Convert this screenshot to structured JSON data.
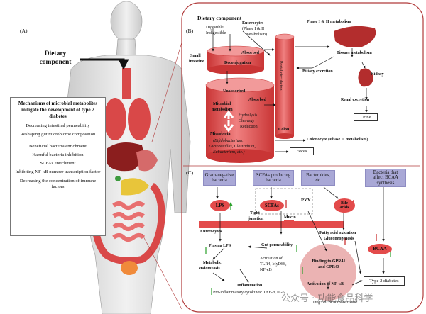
{
  "panels": {
    "a": "(A)",
    "b": "(B)",
    "c": "(C)"
  },
  "panel_a": {
    "dietary": "Dietary",
    "component": "component",
    "mech_title": "Mechanisms of microbial metabolites mitigate the development of type 2 diabetes",
    "mechanisms": [
      "Decreasing intestinal permeability",
      "Reshaping gut microbiome composition",
      "Beneficial bacteria enrichment",
      "Harmful bacteria inhibition",
      "SCFAs enrichment",
      "Inhibiting NF-κB number transcription factor",
      "Decreasing the concentration of immune factors"
    ]
  },
  "panel_b": {
    "dietary_component": "Dietary component",
    "digestible": "Digestible",
    "indigestible": "Indigestible",
    "enterocytes": "Enterocytes",
    "enterocytes_sub": "(Phase I & II",
    "enterocytes_sub2": "metabolism)",
    "small": "Small",
    "intestine": "intestine",
    "absorbed": "Absorbed",
    "deconjugation": "Deconjugation",
    "portal": "Portal circulation",
    "phase": "Phase I & II metabolism",
    "tissues": "Tissues metabolism",
    "kidney": "Kidney",
    "biliary": "Biliary excretion",
    "renal": "Renal excretion",
    "urine": "Urine",
    "unabsorbed": "Unabsorbed",
    "absorbed2": "Absorbed",
    "microbial1": "Microbial",
    "microbial2": "metabolism",
    "hydrolysis": "Hydrolysis",
    "cleavage": "Cleavage",
    "reduction": "Reduction",
    "colon": "Colon",
    "microbiota": "Microbiota",
    "microbiota_list1": "(Bifidobacterium,",
    "microbiota_list2": "Lactobacillus, Clostridium,",
    "microbiota_list3": "Eubacterium, etc.)",
    "colonocyte": "Colonocyte (Phase II metabolism)",
    "feces": "Feces"
  },
  "panel_c": {
    "gram1": "Gram-negative",
    "gram2": "bacteria",
    "scfa_prod1": "SCFAs producing",
    "scfa_prod2": "bacteria",
    "bacteroides1": "Bacteroides,",
    "bacteroides2": "etc.",
    "bcaa_bact1": "Bacteria that",
    "bcaa_bact2": "affect BCAA",
    "bcaa_bact3": "synthesis",
    "lps": "LPS",
    "scfas": "SCFAs",
    "pyy": "PYY",
    "bile1": "Bile",
    "bile2": "acids",
    "tight1": "Tight",
    "tight2": "junction",
    "mucin": "Mucin",
    "enterocytes": "Enterocytes",
    "plasma_lps": "Plasma LPS",
    "gut_perm": "Gut permeability",
    "fatty": "Fatty acid oxidation",
    "gluco": "Gluconeogenesis",
    "bcaa": "BCAA",
    "metabolic1": "Metabolic",
    "metabolic2": "endotoxosis",
    "activation1": "Activation of",
    "activation2": "TLR4, MyD88,",
    "activation3": "NF-κB",
    "binding1": "Binding to GPR41",
    "binding2": "and GPR43",
    "activation_nfkb": "Activation of NF-κB",
    "type2": "Type 2 diabetes",
    "inflammation": "Inflammation",
    "cytokines": "Pro-inflammatory cytokines: TNF-α, IL-6",
    "treg": "Treg cell of adipose tissue"
  },
  "watermark": "公众号 · 功能食品科学",
  "colors": {
    "organ_red": "#d94848",
    "panel_border": "#b13b3b",
    "purple_box": "#a9a8d6",
    "body_gray": "#d6d6d6"
  }
}
